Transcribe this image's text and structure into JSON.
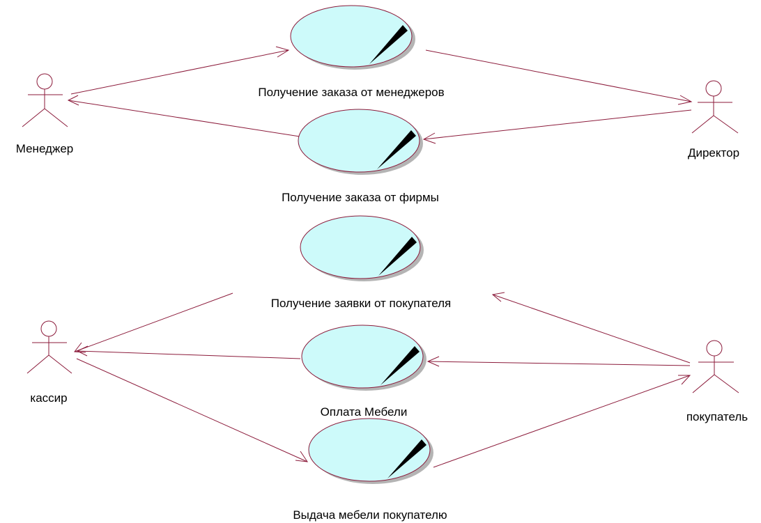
{
  "colors": {
    "line": "#8b1a3a",
    "usecase_fill": "#cdfafa",
    "usecase_shadow": "#b4b4b4",
    "notch": "#000000"
  },
  "actors": {
    "manager": {
      "label": "Менеджер"
    },
    "director": {
      "label": "Директор"
    },
    "cashier": {
      "label": "кассир"
    },
    "customer": {
      "label": "покупатель"
    }
  },
  "usecases": {
    "uc1": {
      "label": "Получение заказа от менеджеров"
    },
    "uc2": {
      "label": "Получение заказа от фирмы"
    },
    "uc3": {
      "label": "Получение заявки от покупателя"
    },
    "uc4": {
      "label": "Оплата Мебели"
    },
    "uc5": {
      "label": "Выдача мебели покупателю"
    }
  }
}
